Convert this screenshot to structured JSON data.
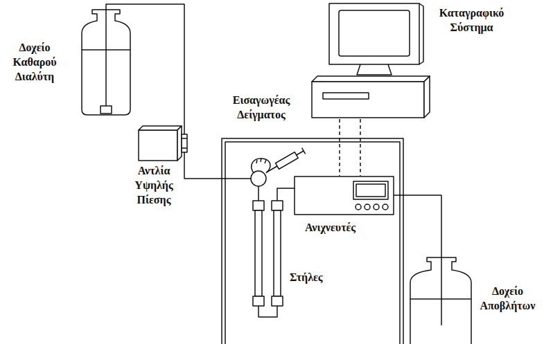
{
  "diagram": {
    "labels": [
      "Καταγραφικό Σύστημα",
      "Δοχείο Καθαρού Διαλύτη",
      "Εισαγωγέας Δείγματος",
      "Αντλία Υψηλής Πίεσης",
      "Ανιχνευτές",
      "Στήλες",
      "Δοχείο Αποβλήτων"
    ]
  }
}
